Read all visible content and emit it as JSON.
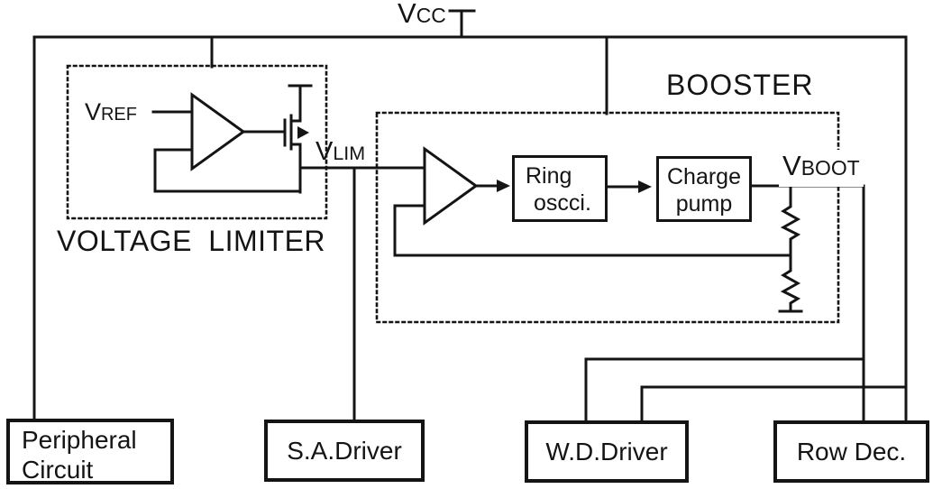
{
  "colors": {
    "ink": "#141414",
    "paper": "#ffffff"
  },
  "labels": {
    "vcc": {
      "main": "V",
      "sub": "CC"
    },
    "vref": {
      "main": "V",
      "sub": "REF"
    },
    "vlim": {
      "main": "V",
      "sub": "LIM"
    },
    "vboot": {
      "main": "V",
      "sub": "BOOT"
    }
  },
  "blocks": {
    "voltage_limiter": {
      "label": "VOLTAGE LIMITER"
    },
    "booster": {
      "label": "BOOSTER"
    },
    "ring_oscillator": {
      "line1": "Ring",
      "line2": "oscci."
    },
    "charge_pump": {
      "line1": "Charge",
      "line2": "pump"
    },
    "peripheral_circuit": {
      "line1": "Peripheral",
      "line2": "Circuit"
    },
    "sa_driver": {
      "label": "S.A.Driver"
    },
    "wd_driver": {
      "label": "W.D.Driver"
    },
    "row_decoder": {
      "label": "Row Dec."
    }
  }
}
